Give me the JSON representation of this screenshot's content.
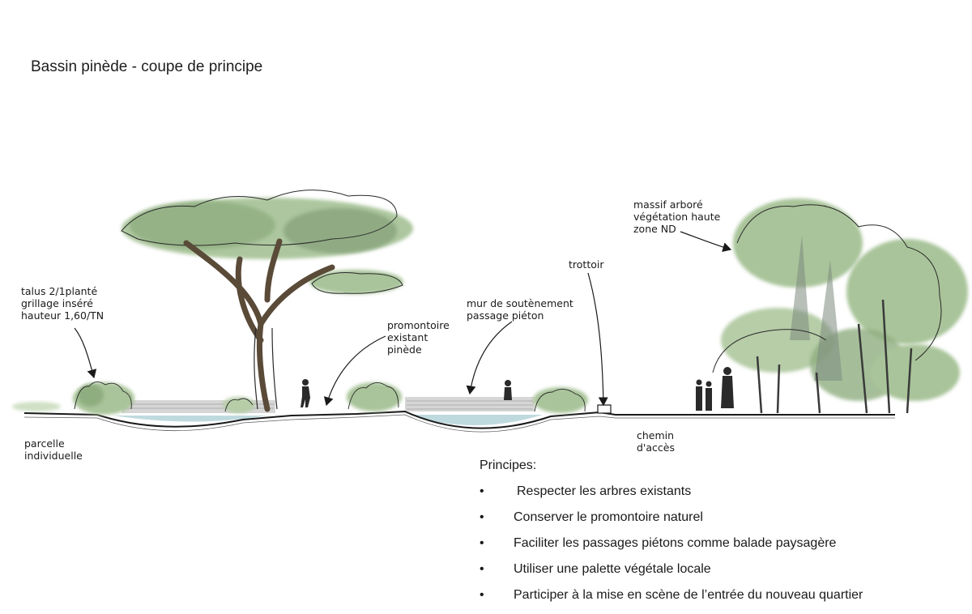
{
  "title": "Bassin pinède - coupe de principe",
  "annotations": {
    "talus": [
      "talus 2/1planté",
      "grillage inséré",
      "hauteur 1,60/TN"
    ],
    "parcelle": [
      "parcelle",
      "individuelle"
    ],
    "promontoire": [
      "promontoire",
      "existant",
      "pinède"
    ],
    "mur": [
      "mur de soutènement",
      "passage piéton"
    ],
    "trottoir": [
      "trottoir"
    ],
    "massif": [
      "massif arboré",
      "végétation haute",
      "zone ND"
    ],
    "chemin": [
      "chemin",
      "d'accès"
    ]
  },
  "principles": {
    "heading": "Principes:",
    "bullet": "•",
    "items": [
      "Respecter les arbres existants",
      "Conserver le promontoire naturel",
      "Faciliter les passages piétons comme balade paysagère",
      "Utiliser une palette végétale locale",
      "Participer à la mise en scène de l’entrée du nouveau quartier"
    ]
  },
  "colors": {
    "foliage": "#a9c49a",
    "foliage_dark": "#7d9a72",
    "water": "#b8d6dc",
    "stone": "#c9c9c9",
    "trunk": "#5a4a38",
    "ink": "#1a1a1a"
  }
}
